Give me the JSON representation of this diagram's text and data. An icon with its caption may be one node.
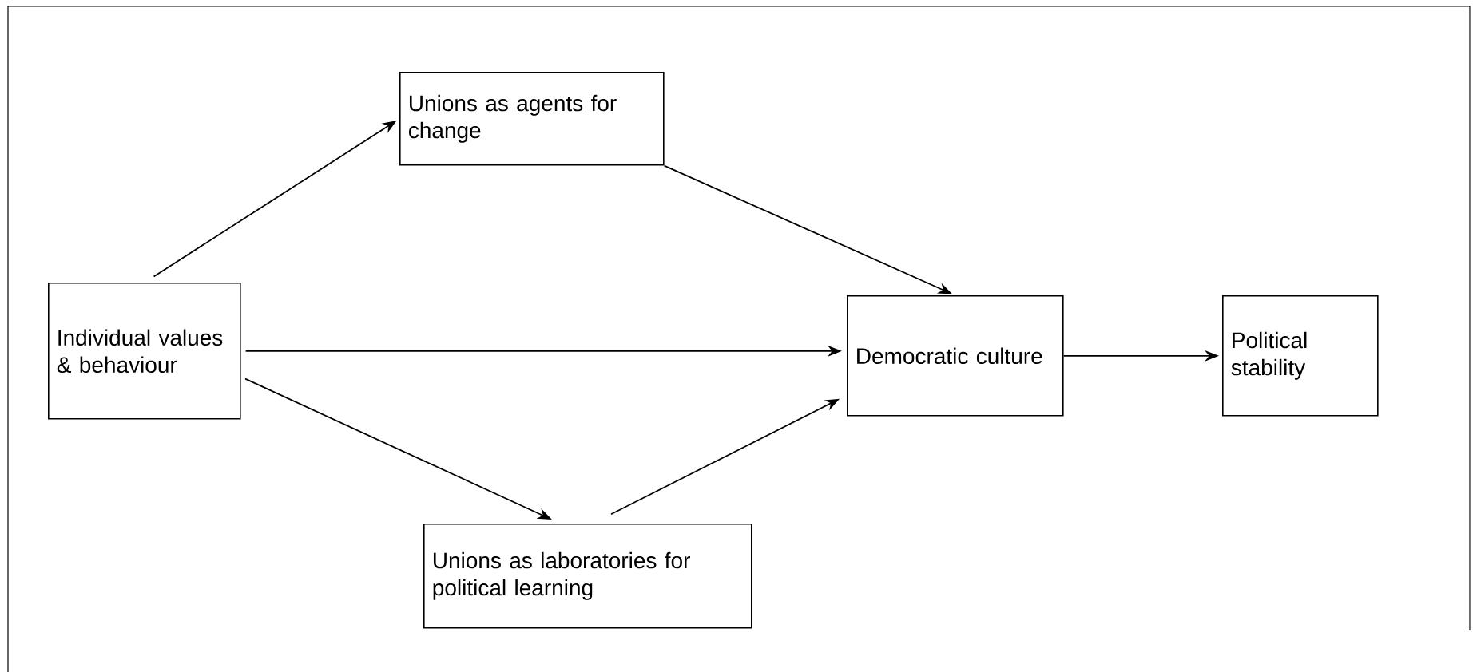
{
  "diagram": {
    "nodes": [
      {
        "text": [
          "Individual values & behaviour"
        ]
      },
      {
        "text": [
          "Unions as agents for change"
        ]
      },
      {
        "text": [
          "Democratic culture"
        ]
      },
      {
        "text": [
          "Political stability"
        ]
      },
      {
        "text": [
          "Unions as laboratories for political learning"
        ]
      }
    ],
    "edges": [
      {
        "from": 0,
        "to": 1,
        "arrow": "to"
      },
      {
        "from": 1,
        "to": 2,
        "arrow": "to"
      },
      {
        "from": 0,
        "to": 2,
        "arrow": "to"
      },
      {
        "from": 0,
        "to": 4,
        "arrow": "to"
      },
      {
        "from": 4,
        "to": 2,
        "arrow": "to"
      },
      {
        "from": 2,
        "to": 3,
        "arrow": "to"
      }
    ]
  }
}
